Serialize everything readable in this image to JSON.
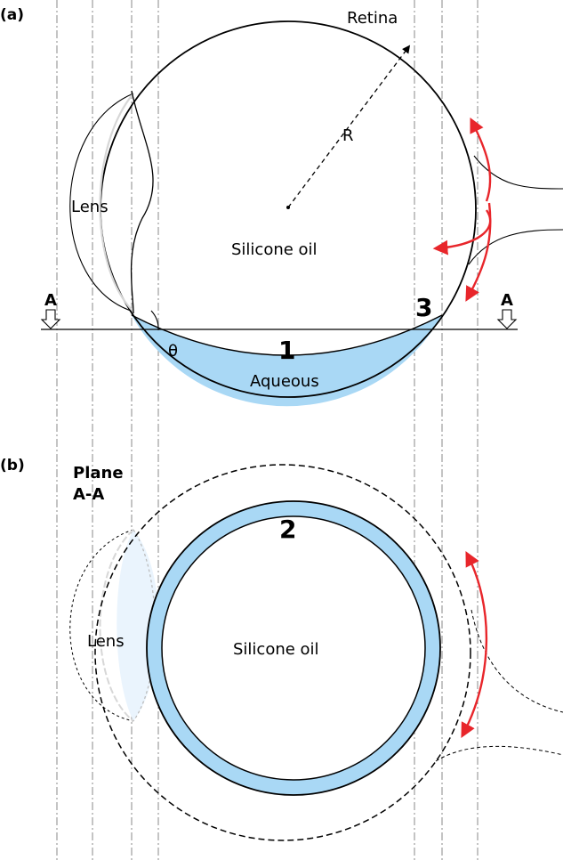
{
  "panel_a": {
    "tag": "(a)",
    "retina": "Retina",
    "radius": "R",
    "lens": "Lens",
    "oil": "Silicone oil",
    "theta": "θ",
    "aqueous": "Aqueous",
    "marker_1": "1",
    "marker_3": "3",
    "section_left": "A",
    "section_right": "A"
  },
  "panel_b": {
    "tag": "(b)",
    "plane_line1": "Plane",
    "plane_line2": "A-A",
    "lens": "Lens",
    "oil": "Silicone oil",
    "marker_2": "2"
  },
  "colors": {
    "aqueous_fill": "#a9d8f5",
    "arrow_red": "#e8262b",
    "outline": "#000000",
    "guide_line": "#8a8a8a"
  }
}
